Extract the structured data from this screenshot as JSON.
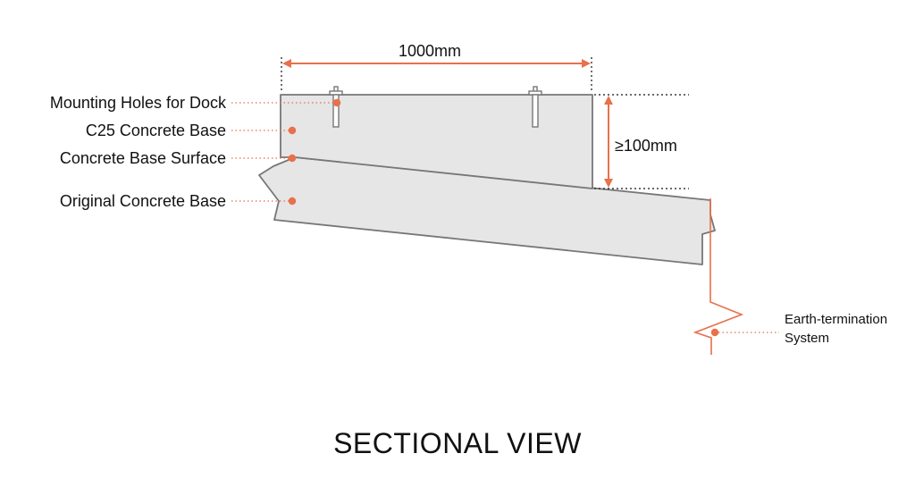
{
  "title": "SECTIONAL VIEW",
  "dimensions": {
    "width": "1000mm",
    "height": "≥100mm"
  },
  "labels": {
    "mounting_holes": "Mounting Holes for Dock",
    "c25_base": "C25 Concrete Base",
    "base_surface": "Concrete Base Surface",
    "original_base": "Original Concrete Base",
    "earth_line1": "Earth-termination",
    "earth_line2": "System"
  },
  "colors": {
    "accent": "#E8704B",
    "concrete_fill": "#E6E6E6",
    "outline": "#777777",
    "text": "#111111"
  }
}
